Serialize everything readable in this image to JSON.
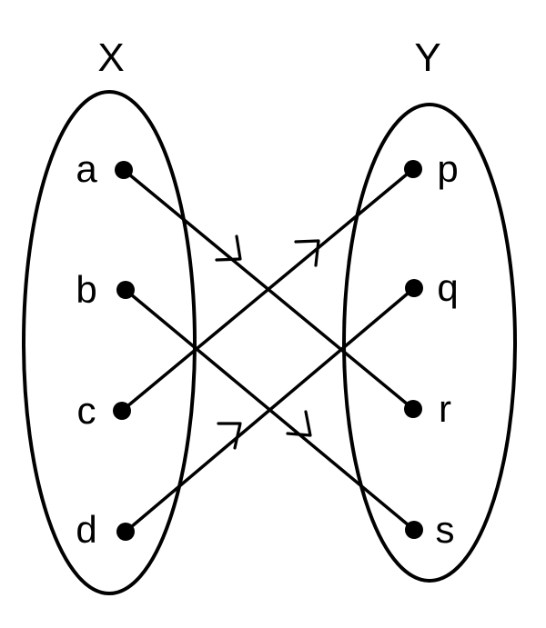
{
  "sets": [
    {
      "id": "X",
      "label": "X",
      "elements": [
        "a",
        "b",
        "c",
        "d"
      ]
    },
    {
      "id": "Y",
      "label": "Y",
      "elements": [
        "p",
        "q",
        "r",
        "s"
      ]
    }
  ],
  "mappings": [
    {
      "from": "a",
      "to": "r"
    },
    {
      "from": "b",
      "to": "s"
    },
    {
      "from": "c",
      "to": "p"
    },
    {
      "from": "d",
      "to": "q"
    }
  ],
  "colors": {
    "stroke": "#000000",
    "background": "#ffffff"
  }
}
